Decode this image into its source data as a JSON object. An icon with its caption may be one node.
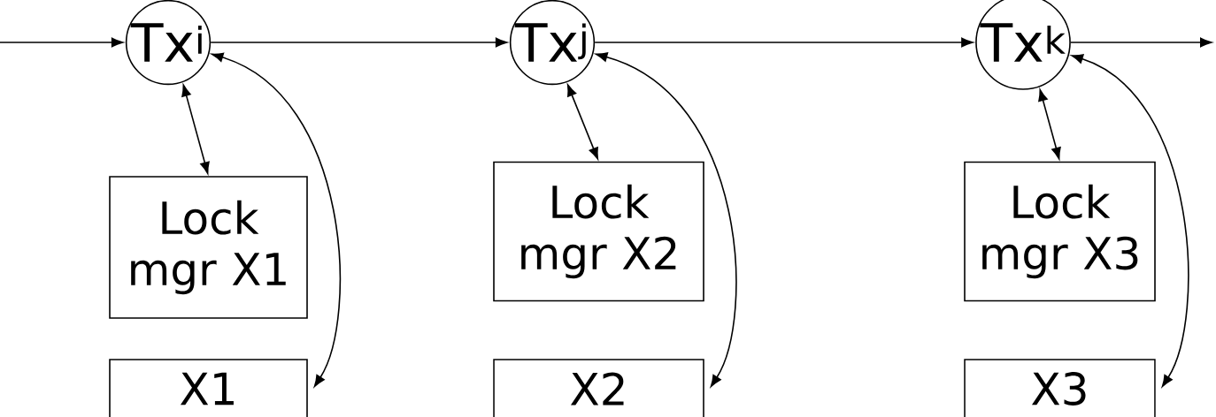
{
  "diagram": {
    "nodes": [
      {
        "text": [
          "Tx$^{i}$"
        ]
      },
      {
        "text": [
          "Lock mgr X1"
        ]
      },
      {
        "text": [
          "X1"
        ]
      },
      {
        "text": [
          "Tx$^{j}$"
        ]
      },
      {
        "text": [
          "Lock mgr X2"
        ]
      },
      {
        "text": [
          "X2"
        ]
      },
      {
        "text": [
          "Tx$^{k}$"
        ]
      },
      {
        "text": [
          "Lock mgr X3"
        ]
      },
      {
        "text": [
          "X3"
        ]
      }
    ],
    "edges": [
      {
        "from": null,
        "to": 0,
        "arrow": "to"
      },
      {
        "from": 0,
        "to": 3,
        "arrow": "to"
      },
      {
        "from": 3,
        "to": 6,
        "arrow": "to"
      },
      {
        "from": 6,
        "to": null,
        "arrow": "to"
      },
      {
        "from": 0,
        "to": 1,
        "arrow": "both"
      },
      {
        "from": 0,
        "to": 2,
        "arrow": "both"
      },
      {
        "from": 3,
        "to": 4,
        "arrow": "both"
      },
      {
        "from": 3,
        "to": 5,
        "arrow": "both"
      },
      {
        "from": 6,
        "to": 7,
        "arrow": "both"
      },
      {
        "from": 6,
        "to": 8,
        "arrow": "both"
      }
    ]
  }
}
